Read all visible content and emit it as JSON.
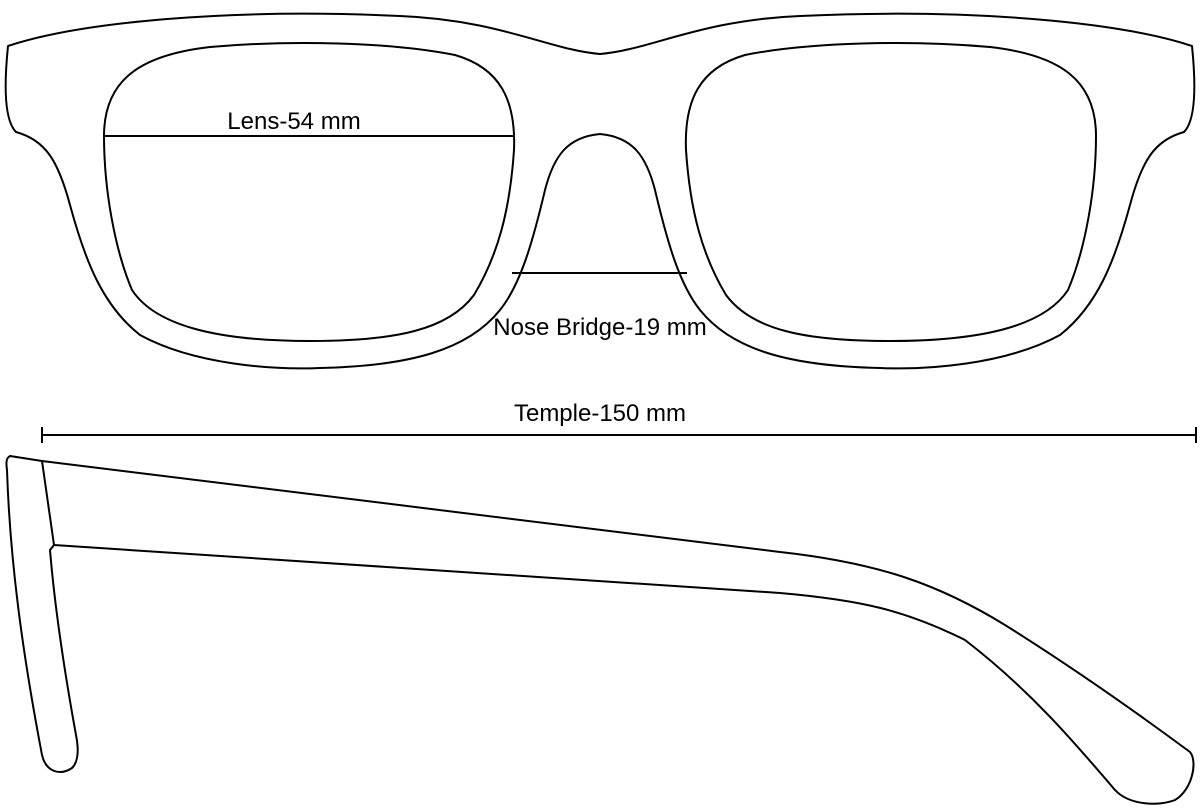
{
  "labels": {
    "lens": "Lens-54 mm",
    "nose_bridge": "Nose Bridge-19 mm",
    "temple": "Temple-150 mm"
  },
  "colors": {
    "stroke": "#000000",
    "background": "#ffffff"
  }
}
